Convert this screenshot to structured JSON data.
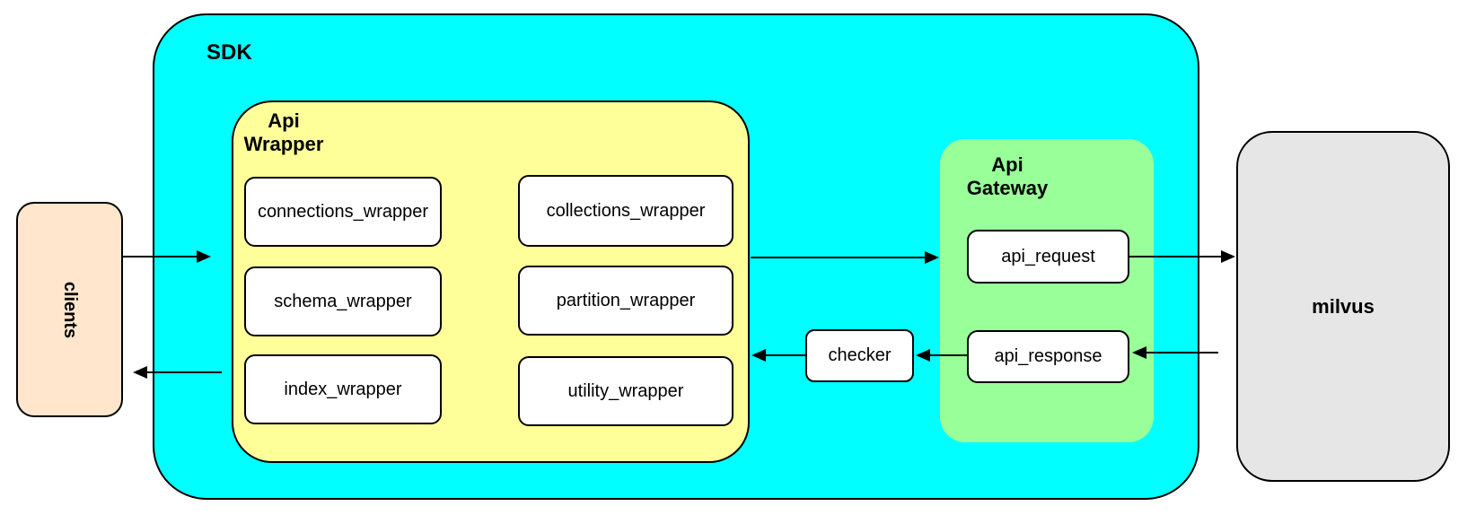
{
  "colors": {
    "sdk_fill": "#00FFFF",
    "wrapper_fill": "#FFFF99",
    "gateway_fill": "#99FF99",
    "clients_fill": "#FFE6CC",
    "milvus_fill": "#E6E6E6",
    "node_fill": "#FFFFFF",
    "stroke": "#000000"
  },
  "clients": {
    "label": "clients"
  },
  "sdk": {
    "label": "SDK",
    "api_wrapper": {
      "label": "Api\nWrapper",
      "boxes": [
        "connections_wrapper",
        "collections_wrapper",
        "schema_wrapper",
        "partition_wrapper",
        "index_wrapper",
        "utility_wrapper"
      ]
    },
    "checker": {
      "label": "checker"
    },
    "api_gateway": {
      "label": "Api\nGateway",
      "request_label": "api_request",
      "response_label": "api_response"
    }
  },
  "milvus": {
    "label": "milvus"
  },
  "edges": [
    {
      "from": "clients",
      "to": "api_wrapper",
      "direction": "right"
    },
    {
      "from": "api_wrapper",
      "to": "api_gateway",
      "direction": "right"
    },
    {
      "from": "api_request",
      "to": "milvus",
      "direction": "right"
    },
    {
      "from": "milvus",
      "to": "api_response",
      "direction": "left"
    },
    {
      "from": "api_response",
      "to": "checker",
      "direction": "left"
    },
    {
      "from": "checker",
      "to": "api_wrapper",
      "direction": "left"
    },
    {
      "from": "api_wrapper",
      "to": "clients",
      "direction": "left"
    }
  ]
}
